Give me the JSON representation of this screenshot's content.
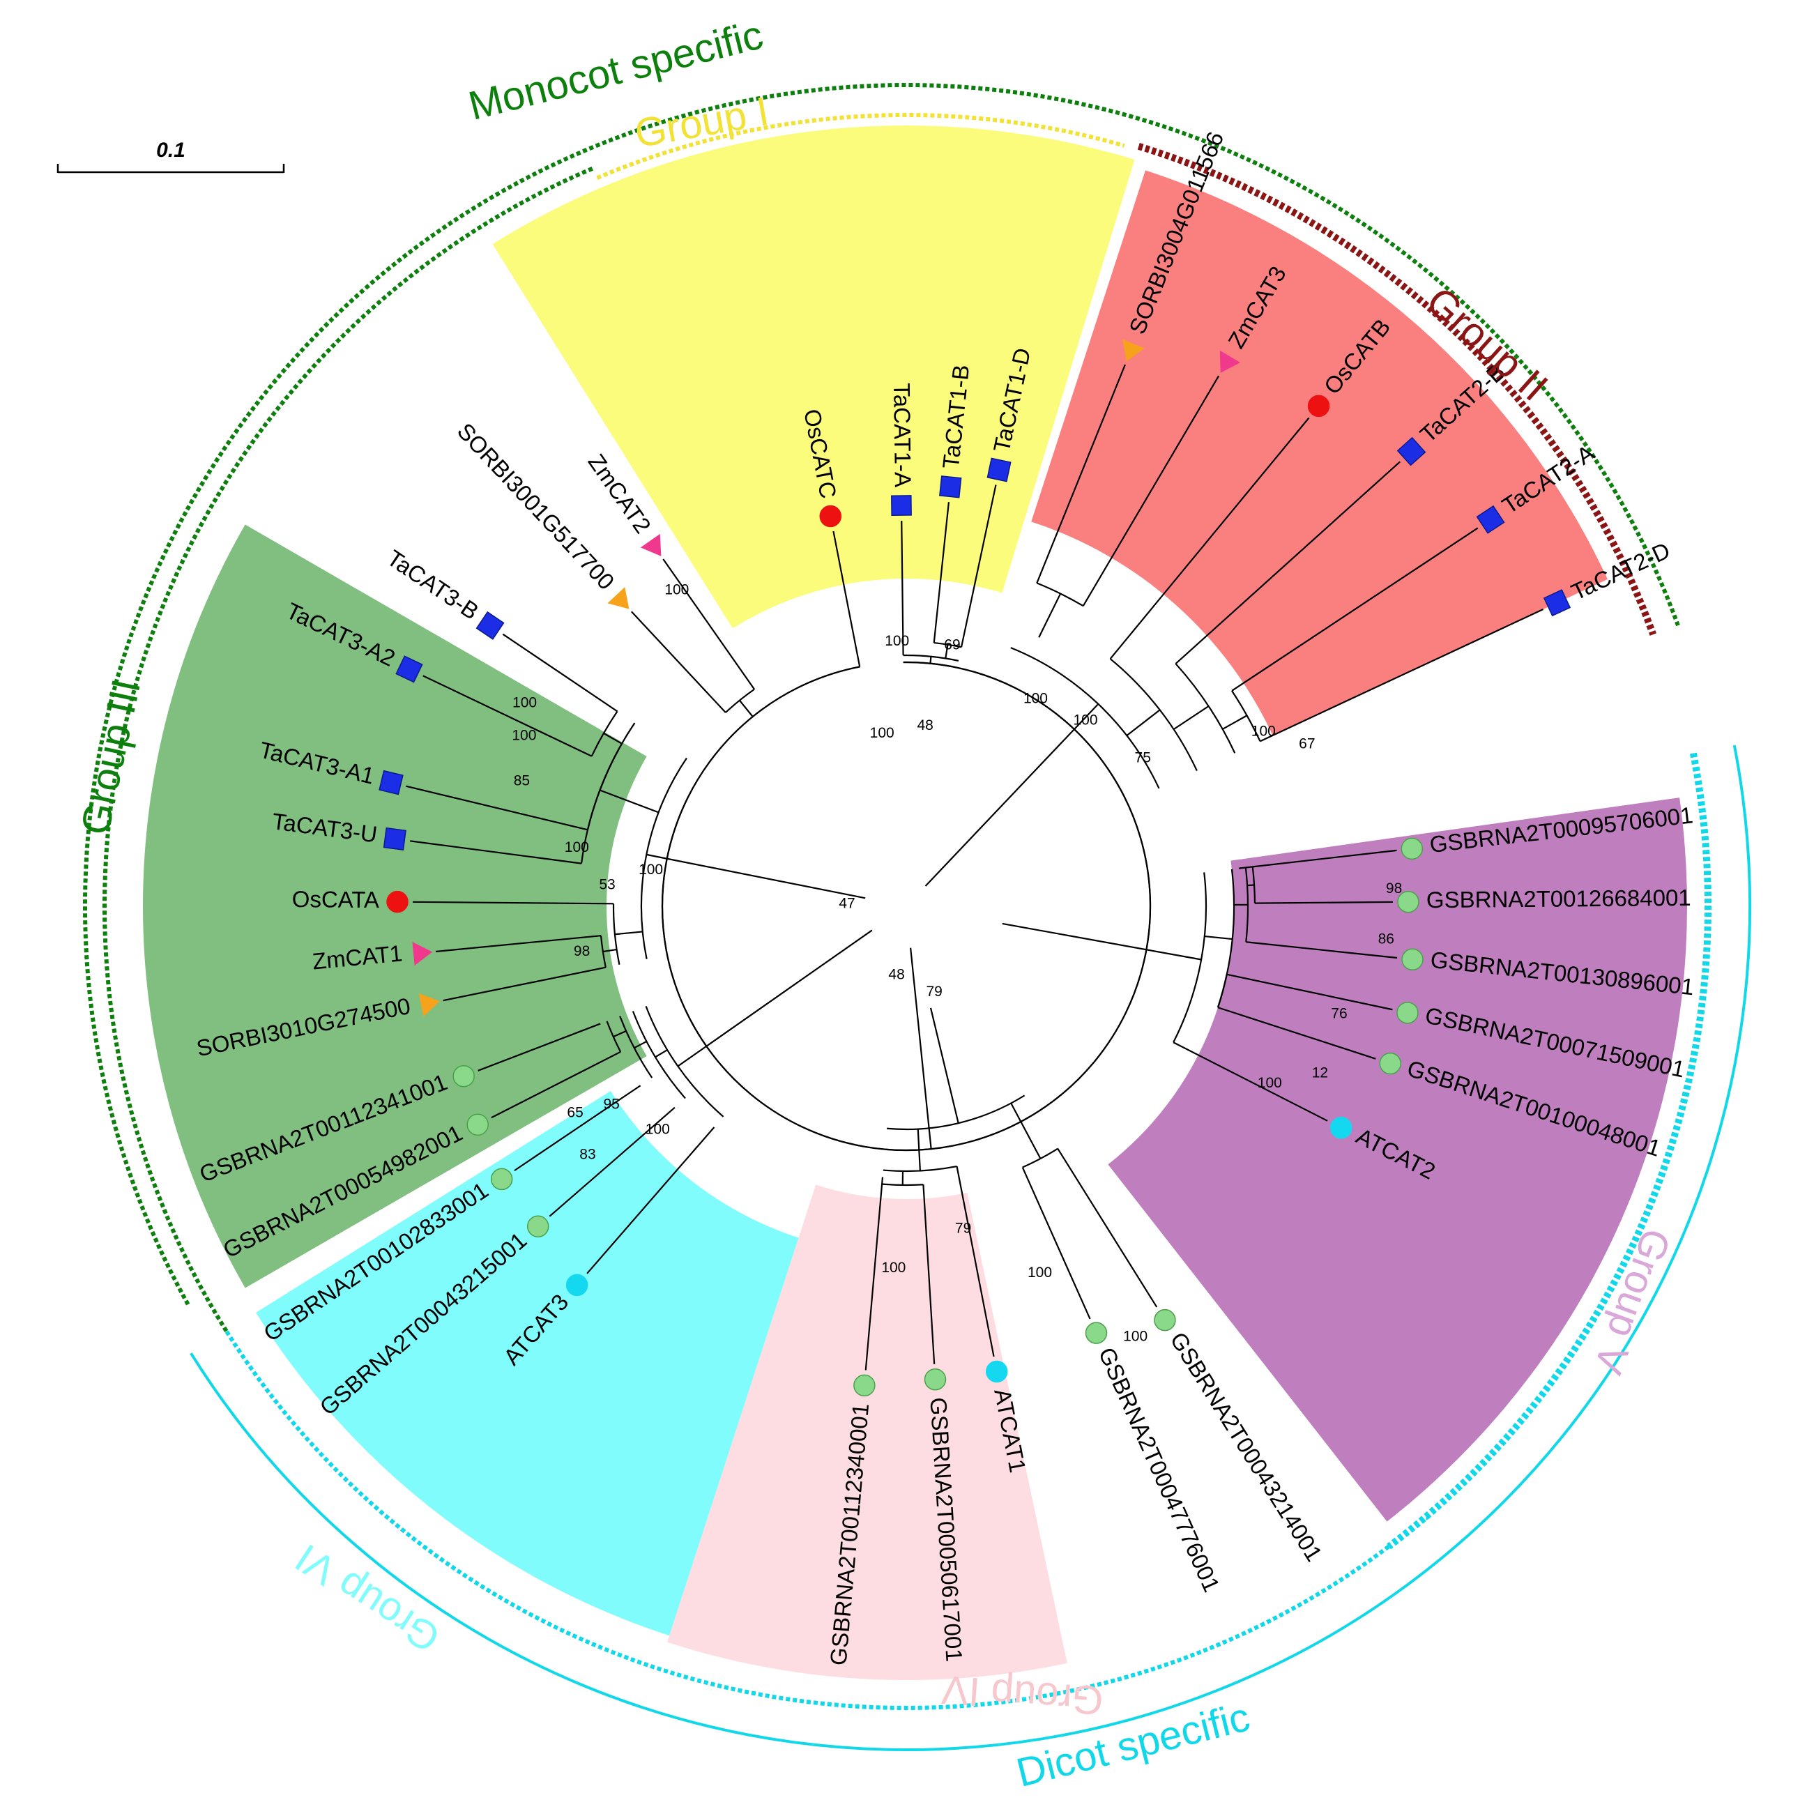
{
  "scale_bar": {
    "label": "0.1"
  },
  "colors": {
    "group1": "#fcfc7c",
    "group2": "#fa8080",
    "group3": "#80bf80",
    "group4": "#fddde2",
    "group5": "#bf7fbf",
    "group6": "#80fcfc",
    "monocot": "#0d7f0d",
    "dicot": "#10d8e8",
    "group2_arc": "#8b1414",
    "group5_label": "#d9a8d9",
    "group4_label": "#f6c7cc"
  },
  "outer_labels": {
    "monocot": "Monocot specific",
    "dicot": "Dicot specific"
  },
  "groups": [
    {
      "id": "group1",
      "label": "Group I"
    },
    {
      "id": "group2",
      "label": "Group II"
    },
    {
      "id": "group3",
      "label": "Group III"
    },
    {
      "id": "group4",
      "label": "Group IV"
    },
    {
      "id": "group5",
      "label": "Group V"
    },
    {
      "id": "group6",
      "label": "Group VI"
    }
  ],
  "leaves": [
    {
      "name": "SORBI3004G011566",
      "marker": "triangle-down",
      "color": "#f7a21b"
    },
    {
      "name": "ZmCAT3",
      "marker": "triangle-down",
      "color": "#f0388c"
    },
    {
      "name": "OsCATB",
      "marker": "circle",
      "color": "#ee1111"
    },
    {
      "name": "TaCAT2-B",
      "marker": "square",
      "color": "#1b2ee6"
    },
    {
      "name": "TaCAT2-A",
      "marker": "square",
      "color": "#1b2ee6"
    },
    {
      "name": "TaCAT2-D",
      "marker": "square",
      "color": "#1b2ee6"
    },
    {
      "name": "GSBRNA2T00095706001",
      "marker": "circle",
      "color": "#8ad98a"
    },
    {
      "name": "GSBRNA2T00126684001",
      "marker": "circle",
      "color": "#8ad98a"
    },
    {
      "name": "GSBRNA2T00130896001",
      "marker": "circle",
      "color": "#8ad98a"
    },
    {
      "name": "GSBRNA2T00071509001",
      "marker": "circle",
      "color": "#8ad98a"
    },
    {
      "name": "GSBRNA2T00100048001",
      "marker": "circle",
      "color": "#8ad98a"
    },
    {
      "name": "ATCAT2",
      "marker": "circle",
      "color": "#14d8f0"
    },
    {
      "name": "GSBRNA2T00043214001",
      "marker": "circle",
      "color": "#8ad98a"
    },
    {
      "name": "GSBRNA2T00047776001",
      "marker": "circle",
      "color": "#8ad98a"
    },
    {
      "name": "ATCAT1",
      "marker": "circle",
      "color": "#14d8f0"
    },
    {
      "name": "GSBRNA2T00050617001",
      "marker": "circle",
      "color": "#8ad98a"
    },
    {
      "name": "GSBRNA2T00112340001",
      "marker": "circle",
      "color": "#8ad98a"
    },
    {
      "name": "ATCAT3",
      "marker": "circle",
      "color": "#14d8f0"
    },
    {
      "name": "GSBRNA2T00043215001",
      "marker": "circle",
      "color": "#8ad98a"
    },
    {
      "name": "GSBRNA2T00102833001",
      "marker": "circle",
      "color": "#8ad98a"
    },
    {
      "name": "GSBRNA2T00054982001",
      "marker": "circle",
      "color": "#8ad98a"
    },
    {
      "name": "GSBRNA2T00112341001",
      "marker": "circle",
      "color": "#8ad98a"
    },
    {
      "name": "SORBI3010G274500",
      "marker": "triangle-down",
      "color": "#f7a21b"
    },
    {
      "name": "ZmCAT1",
      "marker": "triangle-down",
      "color": "#f0388c"
    },
    {
      "name": "OsCATA",
      "marker": "circle",
      "color": "#ee1111"
    },
    {
      "name": "TaCAT3-U",
      "marker": "square",
      "color": "#1b2ee6"
    },
    {
      "name": "TaCAT3-A1",
      "marker": "square",
      "color": "#1b2ee6"
    },
    {
      "name": "TaCAT3-A2",
      "marker": "square",
      "color": "#1b2ee6"
    },
    {
      "name": "TaCAT3-B",
      "marker": "square",
      "color": "#1b2ee6"
    },
    {
      "name": "SORBI3001G517700",
      "marker": "triangle-down",
      "color": "#f7a21b"
    },
    {
      "name": "ZmCAT2",
      "marker": "triangle-down",
      "color": "#f0388c"
    },
    {
      "name": "OsCATC",
      "marker": "circle",
      "color": "#ee1111"
    },
    {
      "name": "TaCAT1-A",
      "marker": "square",
      "color": "#1b2ee6"
    },
    {
      "name": "TaCAT1-B",
      "marker": "square",
      "color": "#1b2ee6"
    },
    {
      "name": "TaCAT1-D",
      "marker": "square",
      "color": "#1b2ee6"
    }
  ],
  "bootstrap": [
    "100",
    "100",
    "75",
    "100",
    "67",
    "98",
    "86",
    "76",
    "12",
    "100",
    "100",
    "100",
    "79",
    "100",
    "79",
    "48",
    "47",
    "83",
    "65",
    "95",
    "100",
    "100",
    "53",
    "98",
    "100",
    "85",
    "100",
    "100",
    "100",
    "100",
    "48",
    "69",
    "100"
  ]
}
